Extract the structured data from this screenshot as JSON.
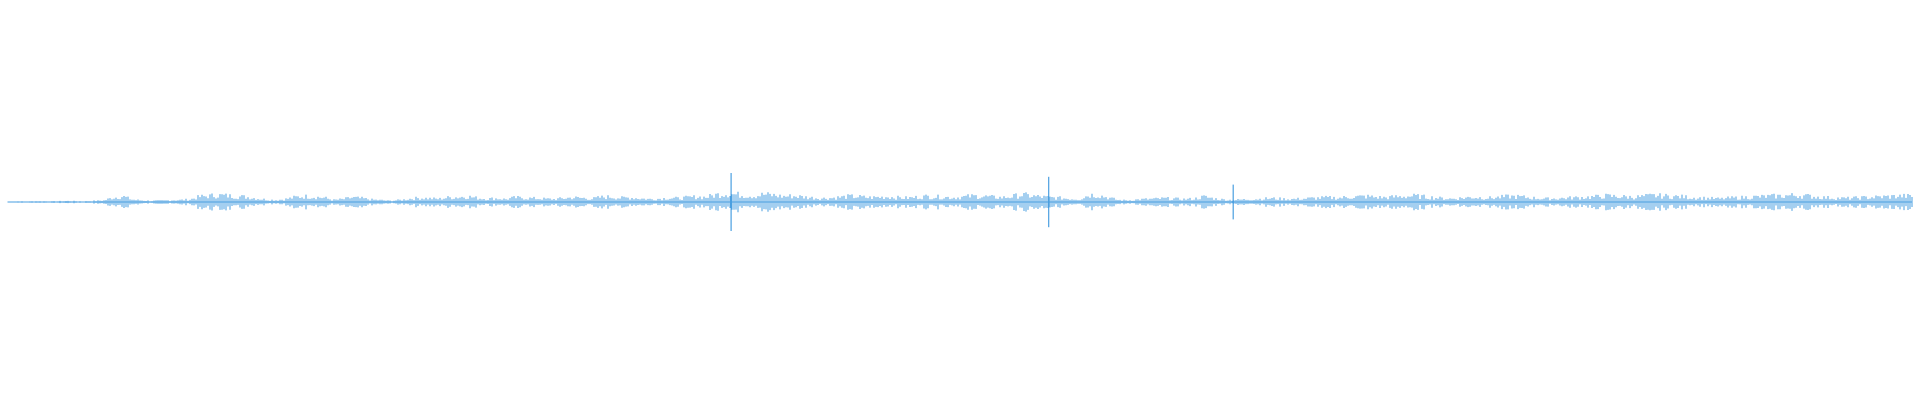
{
  "waveform": {
    "color": "#4a9fe0",
    "background": "#ffffff",
    "envelope": [
      0.02,
      0.03,
      0.02,
      0.04,
      0.03,
      0.03,
      0.05,
      0.04,
      0.03,
      0.06,
      0.08,
      0.22,
      0.28,
      0.12,
      0.08,
      0.06,
      0.07,
      0.09,
      0.1,
      0.12,
      0.26,
      0.3,
      0.34,
      0.31,
      0.28,
      0.25,
      0.18,
      0.12,
      0.1,
      0.14,
      0.24,
      0.28,
      0.26,
      0.22,
      0.1,
      0.14,
      0.22,
      0.18,
      0.12,
      0.09,
      0.06,
      0.1,
      0.16,
      0.2,
      0.18,
      0.15,
      0.22,
      0.24,
      0.28,
      0.2,
      0.16,
      0.18,
      0.14,
      0.22,
      0.2,
      0.18,
      0.16,
      0.14,
      0.18,
      0.22,
      0.2,
      0.16,
      0.24,
      0.26,
      0.2,
      0.22,
      0.18,
      0.14,
      0.16,
      0.2,
      0.18,
      0.22,
      0.26,
      0.24,
      0.36,
      0.42,
      0.38,
      0.34,
      0.3,
      0.38,
      0.34,
      0.28,
      0.3,
      0.26,
      0.22,
      0.18,
      0.2,
      0.24,
      0.28,
      0.26,
      0.22,
      0.24,
      0.26,
      0.22,
      0.2,
      0.24,
      0.28,
      0.26,
      0.24,
      0.22,
      0.26,
      0.3,
      0.28,
      0.24,
      0.22,
      0.28,
      0.36,
      0.3,
      0.26,
      0.22,
      0.2,
      0.16,
      0.14,
      0.36,
      0.34,
      0.22,
      0.1,
      0.08,
      0.12,
      0.14,
      0.16,
      0.18,
      0.16,
      0.14,
      0.16,
      0.26,
      0.18,
      0.12,
      0.1,
      0.12,
      0.14,
      0.16,
      0.18,
      0.16,
      0.14,
      0.16,
      0.18,
      0.2,
      0.22,
      0.2,
      0.24,
      0.26,
      0.28,
      0.24,
      0.22,
      0.26,
      0.28,
      0.3,
      0.26,
      0.22,
      0.18,
      0.16,
      0.2,
      0.24,
      0.22,
      0.2,
      0.24,
      0.28,
      0.26,
      0.22,
      0.18,
      0.16,
      0.18,
      0.2,
      0.22,
      0.24,
      0.26,
      0.3,
      0.28,
      0.26,
      0.24,
      0.28,
      0.32,
      0.3,
      0.28,
      0.26,
      0.22,
      0.2,
      0.18,
      0.16,
      0.2,
      0.22,
      0.24,
      0.26,
      0.28,
      0.3,
      0.32,
      0.34,
      0.3,
      0.26,
      0.22,
      0.2,
      0.18,
      0.2,
      0.22,
      0.24,
      0.26,
      0.28,
      0.3,
      0.28
    ],
    "spikes": [
      {
        "position": 0.3798,
        "amplitude": 1.0
      },
      {
        "position": 0.5466,
        "amplitude": 0.87
      },
      {
        "position": 0.6435,
        "amplitude": 0.6
      }
    ]
  }
}
